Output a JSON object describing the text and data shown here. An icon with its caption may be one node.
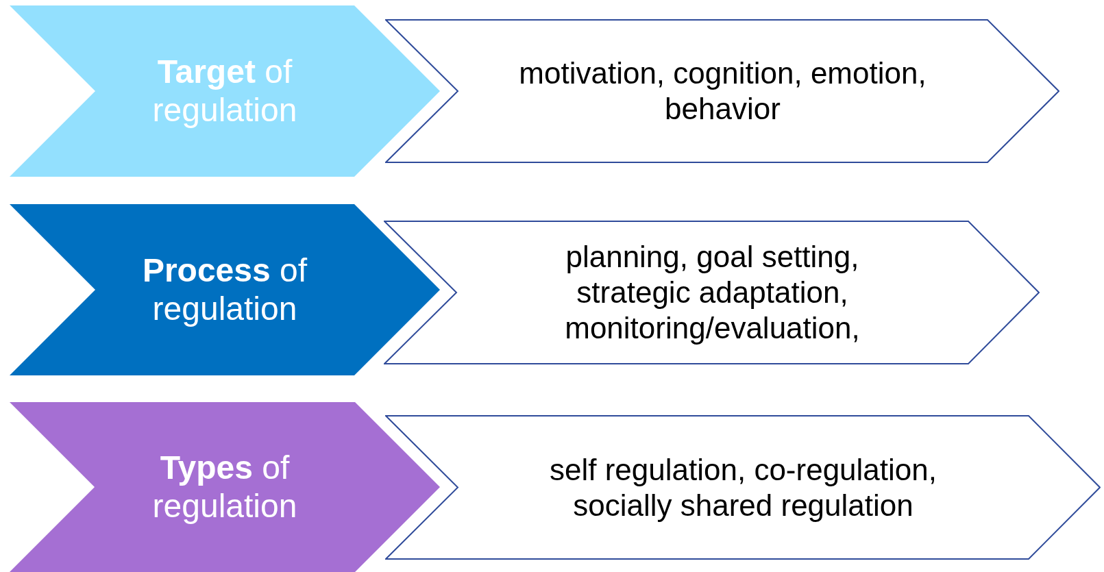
{
  "diagram": {
    "nodes": [
      {
        "text": [
          "**Target** of regulation"
        ]
      },
      {
        "text": [
          "motivation, cognition, emotion, behavior"
        ]
      },
      {
        "text": [
          "**Process** of regulation"
        ]
      },
      {
        "text": [
          "planning, goal setting, strategic adaptation, monitoring/evaluation,"
        ]
      },
      {
        "text": [
          "**Types** of regulation"
        ]
      },
      {
        "text": [
          "self regulation, co-regulation, socially shared regulation"
        ]
      }
    ]
  }
}
